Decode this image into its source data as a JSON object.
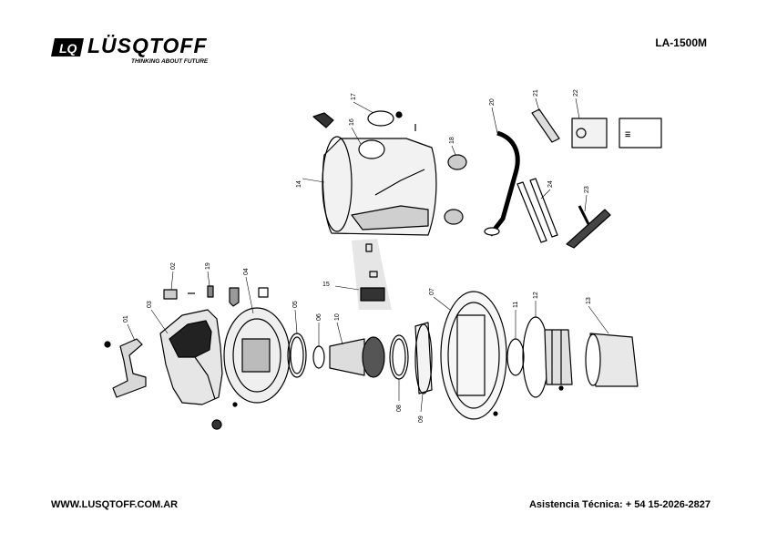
{
  "brand": {
    "name": "LÜSQTOFF",
    "tagline": "THINKING ABOUT FUTURE",
    "mark": "LQ"
  },
  "model": "LA-1500M",
  "footer": {
    "website": "WWW.LUSQTOFF.COM.AR",
    "support": "Asistencia Técnica: + 54 15-2026-2827"
  },
  "parts": [
    "01",
    "02",
    "03",
    "04",
    "05",
    "06",
    "07",
    "08",
    "09",
    "10",
    "11",
    "12",
    "13",
    "14",
    "15",
    "16",
    "17",
    "18",
    "19",
    "20",
    "21",
    "22",
    "23",
    "24"
  ]
}
